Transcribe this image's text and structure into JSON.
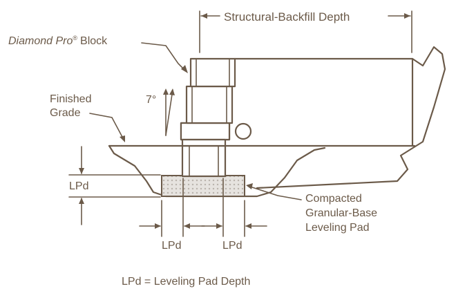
{
  "labels": {
    "structural_backfill_depth": "Structural-Backfill Depth",
    "block_name": "Diamond Pro",
    "block_reg": "®",
    "block_word": "Block",
    "angle": "7°",
    "finished_grade_line1": "Finished",
    "finished_grade_line2": "Grade",
    "lpd_left": "LPd",
    "lpd_bottom_left": "LPd",
    "lpd_bottom_right": "LPd",
    "pad_line1": "Compacted",
    "pad_line2": "Granular-Base",
    "pad_line3": "Leveling Pad",
    "legend": "LPd = Leveling Pad Depth"
  },
  "colors": {
    "ink": "#6b5a49",
    "pad_fill": "#d9d6d2",
    "background": "#ffffff"
  }
}
